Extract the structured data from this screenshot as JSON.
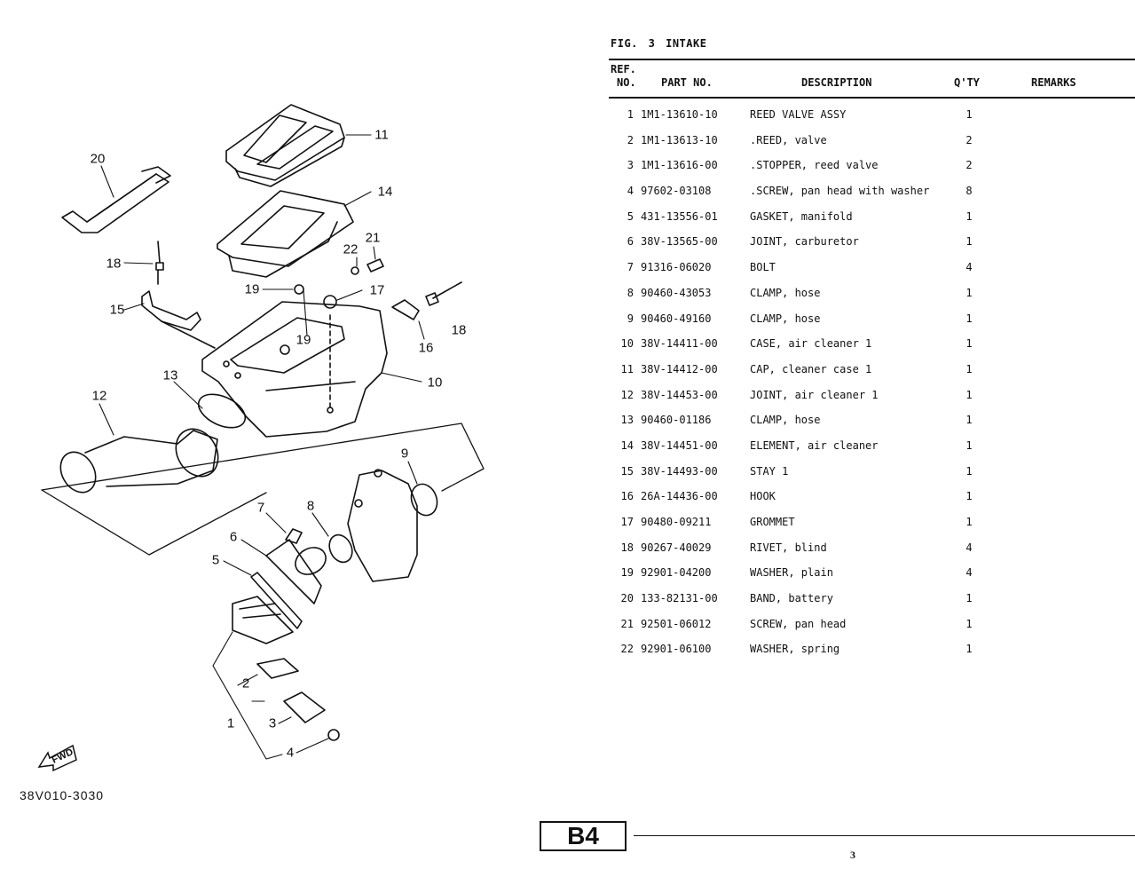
{
  "figure": {
    "label": "FIG.",
    "number": "3",
    "title": "INTAKE"
  },
  "table": {
    "headers": {
      "ref_top": "REF.",
      "ref_bottom": "NO.",
      "part_no": "PART NO.",
      "description": "DESCRIPTION",
      "qty": "Q'TY",
      "remarks": "REMARKS"
    },
    "rows": [
      {
        "ref": "1",
        "part_no": "1M1-13610-10",
        "description": "REED VALVE ASSY",
        "qty": "1",
        "remarks": ""
      },
      {
        "ref": "2",
        "part_no": "1M1-13613-10",
        "description": ".REED, valve",
        "qty": "2",
        "remarks": ""
      },
      {
        "ref": "3",
        "part_no": "1M1-13616-00",
        "description": ".STOPPER, reed valve",
        "qty": "2",
        "remarks": ""
      },
      {
        "ref": "4",
        "part_no": "97602-03108",
        "description": ".SCREW, pan head with washer",
        "qty": "8",
        "remarks": ""
      },
      {
        "ref": "5",
        "part_no": "431-13556-01",
        "description": "GASKET, manifold",
        "qty": "1",
        "remarks": ""
      },
      {
        "ref": "6",
        "part_no": "38V-13565-00",
        "description": "JOINT, carburetor",
        "qty": "1",
        "remarks": ""
      },
      {
        "ref": "7",
        "part_no": "91316-06020",
        "description": "BOLT",
        "qty": "4",
        "remarks": ""
      },
      {
        "ref": "8",
        "part_no": "90460-43053",
        "description": "CLAMP, hose",
        "qty": "1",
        "remarks": ""
      },
      {
        "ref": "9",
        "part_no": "90460-49160",
        "description": "CLAMP, hose",
        "qty": "1",
        "remarks": ""
      },
      {
        "ref": "10",
        "part_no": "38V-14411-00",
        "description": "CASE, air cleaner 1",
        "qty": "1",
        "remarks": ""
      },
      {
        "ref": "11",
        "part_no": "38V-14412-00",
        "description": "CAP, cleaner case 1",
        "qty": "1",
        "remarks": ""
      },
      {
        "ref": "12",
        "part_no": "38V-14453-00",
        "description": "JOINT, air cleaner 1",
        "qty": "1",
        "remarks": ""
      },
      {
        "ref": "13",
        "part_no": "90460-01186",
        "description": "CLAMP, hose",
        "qty": "1",
        "remarks": ""
      },
      {
        "ref": "14",
        "part_no": "38V-14451-00",
        "description": "ELEMENT, air cleaner",
        "qty": "1",
        "remarks": ""
      },
      {
        "ref": "15",
        "part_no": "38V-14493-00",
        "description": "STAY 1",
        "qty": "1",
        "remarks": ""
      },
      {
        "ref": "16",
        "part_no": "26A-14436-00",
        "description": "HOOK",
        "qty": "1",
        "remarks": ""
      },
      {
        "ref": "17",
        "part_no": "90480-09211",
        "description": "GROMMET",
        "qty": "1",
        "remarks": ""
      },
      {
        "ref": "18",
        "part_no": "90267-40029",
        "description": "RIVET, blind",
        "qty": "4",
        "remarks": ""
      },
      {
        "ref": "19",
        "part_no": "92901-04200",
        "description": "WASHER, plain",
        "qty": "4",
        "remarks": ""
      },
      {
        "ref": "20",
        "part_no": "133-82131-00",
        "description": "BAND, battery",
        "qty": "1",
        "remarks": ""
      },
      {
        "ref": "21",
        "part_no": "92501-06012",
        "description": "SCREW, pan head",
        "qty": "1",
        "remarks": ""
      },
      {
        "ref": "22",
        "part_no": "92901-06100",
        "description": "WASHER, spring",
        "qty": "1",
        "remarks": ""
      }
    ]
  },
  "diagram": {
    "code": "38V010-3030",
    "fwd_label": "FWD",
    "callouts": [
      "1",
      "2",
      "3",
      "4",
      "5",
      "6",
      "7",
      "8",
      "9",
      "10",
      "11",
      "12",
      "13",
      "14",
      "15",
      "16",
      "17",
      "18",
      "18",
      "19",
      "19",
      "20",
      "21",
      "22"
    ]
  },
  "footer": {
    "section_badge": "B4",
    "page_number": "3"
  }
}
